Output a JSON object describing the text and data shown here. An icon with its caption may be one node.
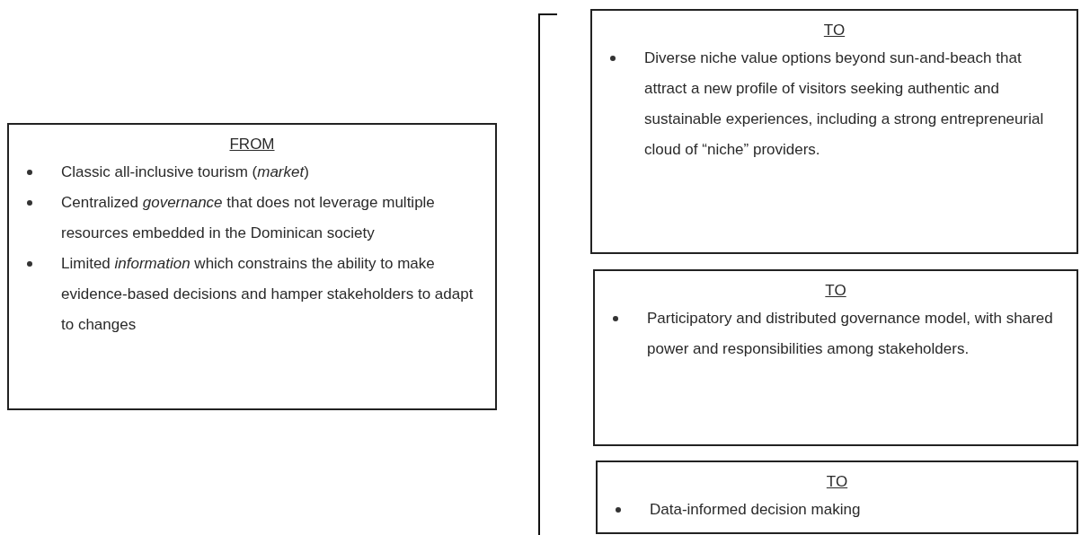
{
  "diagram": {
    "nodes": [
      {
        "text": [
          "FROM",
          "Classic all-inclusive tourism (*market*)",
          "Centralized *governance* that does not leverage multiple resources embedded in the Dominican society",
          "Limited *information* which constrains the ability to make evidence-based decisions and hamper stakeholders to adapt to changes"
        ]
      },
      {
        "text": [
          "TO",
          "Diverse niche value options beyond sun-and-beach that attract a new profile of visitors seeking authentic and sustainable experiences, including a strong entrepreneurial cloud of “niche” providers."
        ]
      },
      {
        "text": [
          "TO",
          "Participatory and distributed governance model, with shared power and responsibilities among stakeholders."
        ]
      },
      {
        "text": [
          "TO",
          "Data-informed decision making"
        ]
      }
    ]
  }
}
